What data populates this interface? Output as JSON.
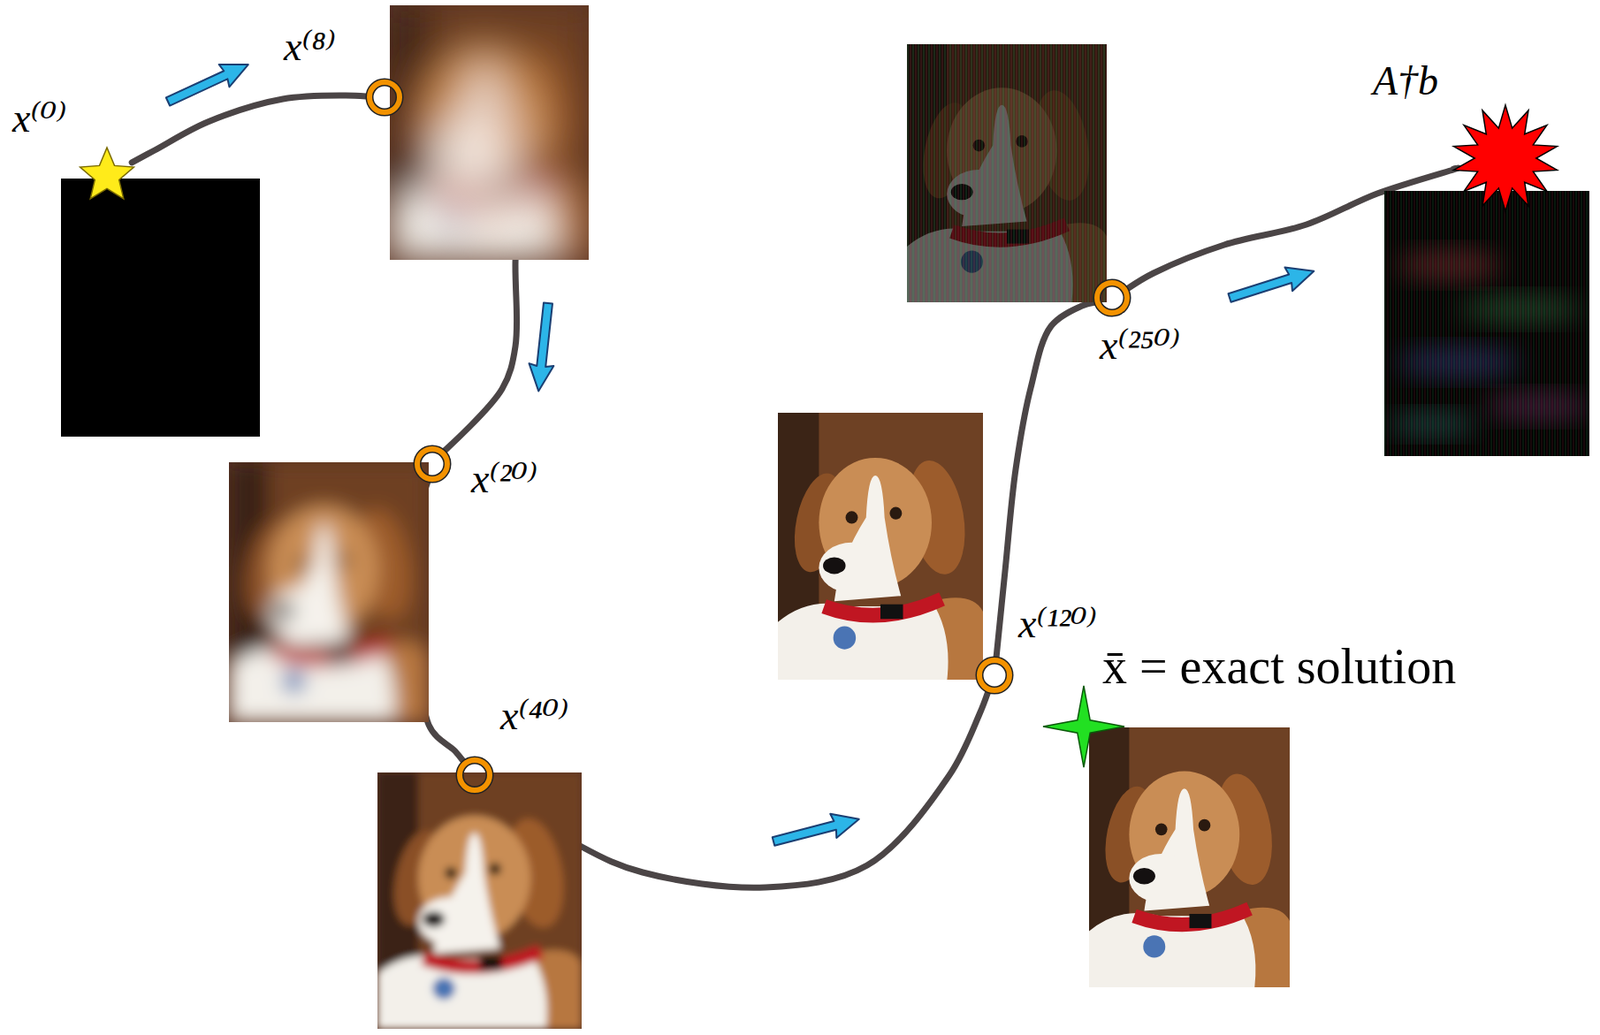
{
  "diagram": {
    "nodes": [
      {
        "text": [
          "x⁽⁰⁾"
        ]
      },
      {
        "text": [
          "x⁽⁸⁾"
        ]
      },
      {
        "text": [
          "x⁽²⁰⁾"
        ]
      },
      {
        "text": [
          "x⁽⁴⁰⁾"
        ]
      },
      {
        "text": [
          "x⁽¹²⁰⁾"
        ]
      },
      {
        "text": [
          "x⁽²⁵⁰⁾"
        ]
      },
      {
        "text": [
          "A†b"
        ]
      },
      {
        "text": [
          "x̄ = exact solution"
        ]
      }
    ],
    "edges": [
      {
        "from": 0,
        "to": 1,
        "arrow": "none"
      },
      {
        "from": 1,
        "to": 2,
        "arrow": "none"
      },
      {
        "from": 2,
        "to": 3,
        "arrow": "none"
      },
      {
        "from": 3,
        "to": 4,
        "arrow": "none"
      },
      {
        "from": 4,
        "to": 5,
        "arrow": "none"
      },
      {
        "from": 5,
        "to": 6,
        "arrow": "none"
      }
    ]
  }
}
